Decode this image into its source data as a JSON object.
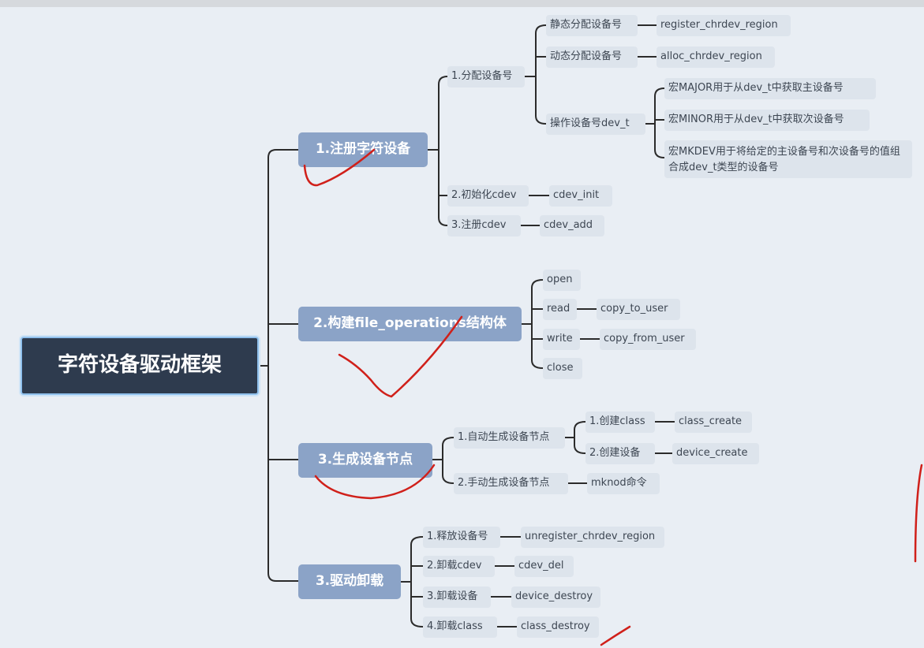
{
  "root": "字符设备驱动框架",
  "branches": {
    "register": {
      "title": "1.注册字符设备",
      "alloc": {
        "label": "1.分配设备号",
        "static_label": "静态分配设备号",
        "static_fn": "register_chrdev_region",
        "dynamic_label": "动态分配设备号",
        "dynamic_fn": "alloc_chrdev_region",
        "devt_label": "操作设备号dev_t",
        "major": "宏MAJOR用于从dev_t中获取主设备号",
        "minor": "宏MINOR用于从dev_t中获取次设备号",
        "mkdev": "宏MKDEV用于将给定的主设备号和次设备号的值组合成dev_t类型的设备号"
      },
      "init_label": "2.初始化cdev",
      "init_fn": "cdev_init",
      "add_label": "3.注册cdev",
      "add_fn": "cdev_add"
    },
    "fops": {
      "title": "2.构建file_operations结构体",
      "open": "open",
      "read": "read",
      "read_fn": "copy_to_user",
      "write": "write",
      "write_fn": "copy_from_user",
      "close": "close"
    },
    "node": {
      "title": "3.生成设备节点",
      "auto_label": "1.自动生成设备节点",
      "class_label": "1.创建class",
      "class_fn": "class_create",
      "device_label": "2.创建设备",
      "device_fn": "device_create",
      "manual_label": "2.手动生成设备节点",
      "manual_fn": "mknod命令"
    },
    "unload": {
      "title": "3.驱动卸载",
      "release_label": "1.释放设备号",
      "release_fn": "unregister_chrdev_region",
      "cdev_label": "2.卸载cdev",
      "cdev_fn": "cdev_del",
      "device_label": "3.卸载设备",
      "device_fn": "device_destroy",
      "class_label": "4.卸载class",
      "class_fn": "class_destroy"
    }
  },
  "colors": {
    "background": "#e9eef4",
    "root_fill": "#2e3b4e",
    "main_fill": "#8ba3c7",
    "sub_fill": "#dde4ec",
    "connector": "#2b2b2b",
    "annotation": "#d0201a"
  }
}
